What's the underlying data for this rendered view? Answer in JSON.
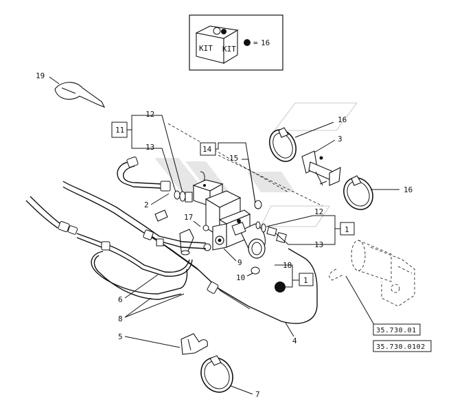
{
  "kit_box": {
    "label_left": "KIT",
    "label_right": "KIT",
    "equals": "=",
    "number": "16"
  },
  "callouts": {
    "c1": "1",
    "c2": "2",
    "c3": "3",
    "c4": "4",
    "c5": "5",
    "c6": "6",
    "c7": "7",
    "c8": "8",
    "c9": "9",
    "c10": "10",
    "c11": "11",
    "c12": "12",
    "c13": "13",
    "c14": "14",
    "c15": "15",
    "c16": "16",
    "c17": "17",
    "c18": "18",
    "c19": "19",
    "c1b": "1",
    "c12b": "12",
    "c13b": "13",
    "c16b": "16"
  },
  "references": {
    "ref1": "35.730.01",
    "ref2": "35.730.0102"
  }
}
